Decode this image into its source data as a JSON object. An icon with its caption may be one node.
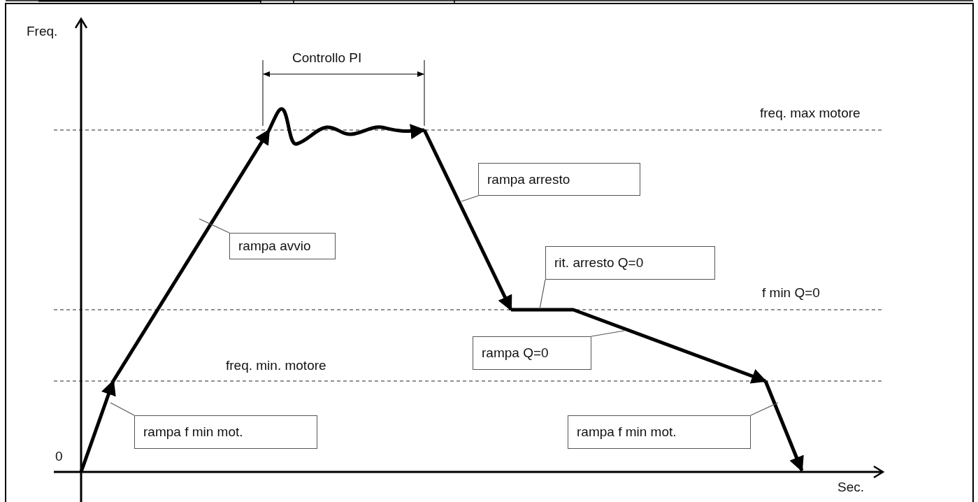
{
  "diagram": {
    "nodes": [
      {
        "text": [
          "rampa arresto"
        ]
      },
      {
        "text": [
          "rampa avvio"
        ]
      },
      {
        "text": [
          "rit. arresto Q=0"
        ]
      },
      {
        "text": [
          "rampa Q=0"
        ]
      },
      {
        "text": [
          "rampa f min mot."
        ]
      },
      {
        "text": [
          "rampa f min mot."
        ]
      }
    ],
    "edges": [
      {
        "from": 0,
        "to": null,
        "arrow": "none"
      },
      {
        "from": 1,
        "to": null,
        "arrow": "none"
      },
      {
        "from": 2,
        "to": null,
        "arrow": "none"
      },
      {
        "from": 3,
        "to": null,
        "arrow": "none"
      },
      {
        "from": 4,
        "to": null,
        "arrow": "none"
      },
      {
        "from": 5,
        "to": null,
        "arrow": "none"
      }
    ],
    "labels": [
      "Freq.",
      "Controllo PI",
      "freq. max motore",
      "f min Q=0",
      "freq. min. motore",
      "0",
      "Sec."
    ]
  }
}
